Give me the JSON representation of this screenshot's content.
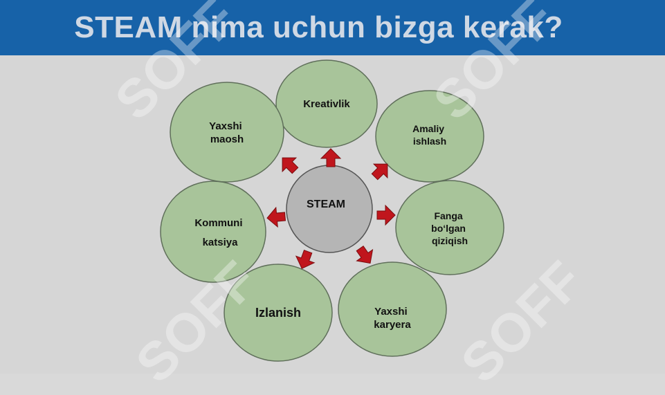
{
  "slide": {
    "title": "STEAM nima uchun bizga kerak?"
  },
  "diagram": {
    "center": "STEAM",
    "nodes": [
      {
        "id": "kreativlik",
        "lines": [
          "Kreativlik"
        ]
      },
      {
        "id": "amaliy-ishlash",
        "lines": [
          "Amaliy",
          "ishlash"
        ]
      },
      {
        "id": "fanga-boglan-qiziqish",
        "lines": [
          "Fanga",
          "bo‘lgan",
          "qiziqish"
        ]
      },
      {
        "id": "yaxshi-karyera",
        "lines": [
          "Yaxshi",
          "karyera"
        ]
      },
      {
        "id": "izlanish",
        "lines": [
          "Izlanish"
        ]
      },
      {
        "id": "kommunikatsiya",
        "lines": [
          "Kommuni",
          "katsiya"
        ]
      },
      {
        "id": "yaxshi-maosh",
        "lines": [
          "Yaxshi",
          "maosh"
        ]
      }
    ]
  },
  "colors": {
    "header": "#1762a8",
    "title_text": "#cfd8e4",
    "background": "#d6d6d6",
    "node_fill": "#a8c49a",
    "node_stroke": "#5f6f5a",
    "center_fill": "#b5b5b5",
    "arrow": "#c0161d"
  },
  "watermark": {
    "text": "SOFF"
  }
}
